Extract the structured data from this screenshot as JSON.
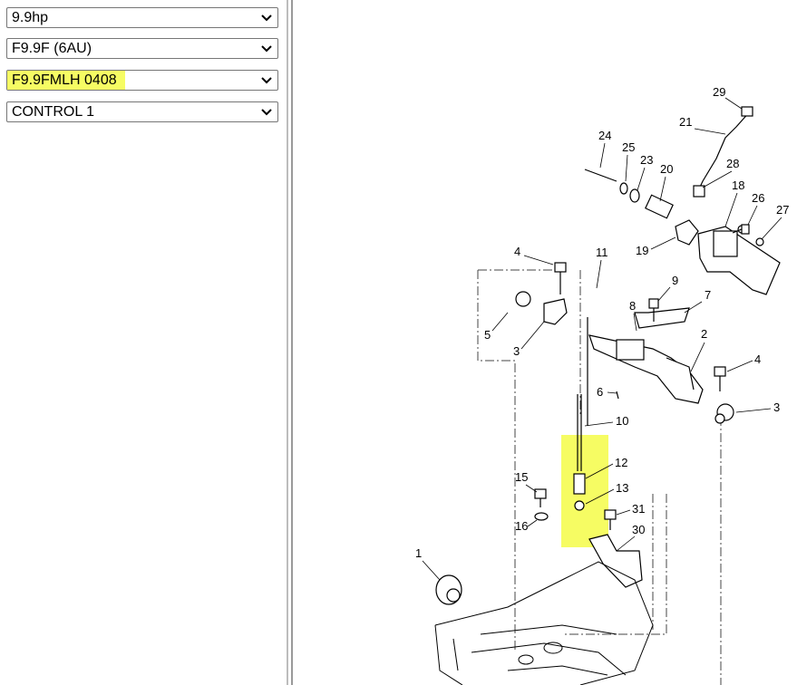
{
  "selectors": [
    {
      "value": "9.9hp"
    },
    {
      "value": "F9.9F (6AU)"
    },
    {
      "value": "F9.9FMLH 0408"
    },
    {
      "value": "CONTROL 1"
    }
  ],
  "highlight_color": "#f6fc63",
  "diagram": {
    "callouts": [
      "29",
      "21",
      "24",
      "25",
      "23",
      "20",
      "28",
      "18",
      "26",
      "27",
      "19",
      "4",
      "11",
      "9",
      "7",
      "8",
      "5",
      "3",
      "2",
      "4",
      "6",
      "10",
      "3",
      "12",
      "13",
      "15",
      "31",
      "16",
      "30",
      "1"
    ]
  }
}
